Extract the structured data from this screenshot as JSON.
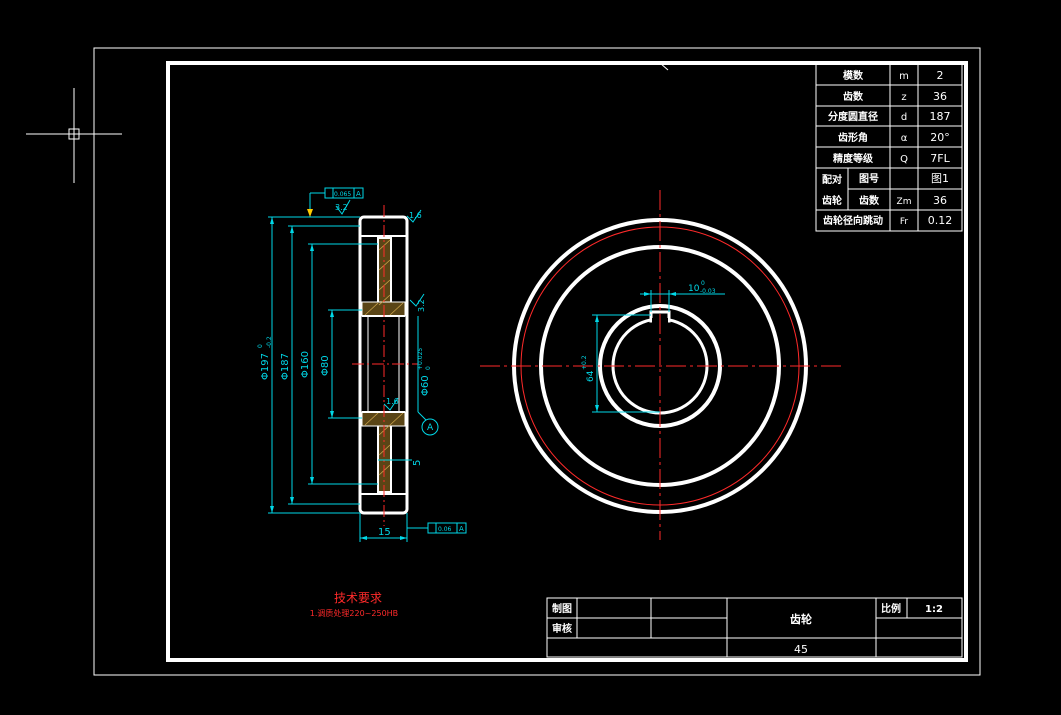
{
  "params_table": [
    {
      "name": "模数",
      "symbol": "m",
      "value": "2"
    },
    {
      "name": "齿数",
      "symbol": "z",
      "value": "36"
    },
    {
      "name": "分度圆直径",
      "symbol": "d",
      "value": "187"
    },
    {
      "name": "齿形角",
      "symbol": "α",
      "value": "20°"
    },
    {
      "name": "精度等级",
      "symbol": "Q",
      "value": "7FL"
    }
  ],
  "mating": {
    "label_line1": "配对",
    "label_line2": "齿轮",
    "drawing_no_label": "图号",
    "drawing_no_value": "图1",
    "teeth_label": "齿数",
    "teeth_symbol": "Zm",
    "teeth_value": "36"
  },
  "runout": {
    "name": "齿轮径向跳动",
    "symbol": "Fr",
    "value": "0.12"
  },
  "tech_requirements": {
    "title": "技术要求",
    "item1": "1.调质处理220~250HB"
  },
  "title_block": {
    "draw_label": "制图",
    "review_label": "审核",
    "part_name": "齿轮",
    "scale_label": "比例",
    "scale_value": "1:2",
    "material": "45"
  },
  "dimensions": {
    "d_tip": "Φ197",
    "d_tip_tol_upper": "0",
    "d_tip_tol_lower": "-0.2",
    "d_pitch": "Φ187",
    "d_160": "Φ160",
    "d_80": "Φ80",
    "d_bore": "Φ60",
    "d_bore_tol_upper": "+0.025",
    "d_bore_tol_lower": "0",
    "width": "15",
    "web": "5",
    "rough_top": "1.6",
    "rough_left": "3.2",
    "rough_right": "3.2",
    "rough_bore": "1.6",
    "datum": "A",
    "gtol_top": "0.065",
    "gtol_bottom": "0.06",
    "keyway_width": "10",
    "keyway_width_tol_upper": "0",
    "keyway_width_tol_lower": "-0.03",
    "keyway_depth": "64",
    "keyway_depth_tol": "+0.2"
  }
}
